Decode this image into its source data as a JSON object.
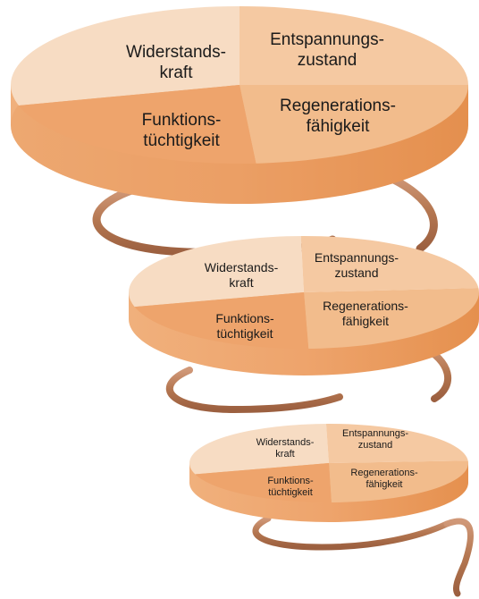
{
  "discs": [
    {
      "segment_widerstand": [
        "Widerstands-",
        "kraft"
      ],
      "segment_entspannung": [
        "Entspannungs-",
        "zustand"
      ],
      "segment_regeneration": [
        "Regenerations-",
        "fähigkeit"
      ],
      "segment_funktion": [
        "Funktions-",
        "tüchtigkeit"
      ]
    },
    {
      "segment_widerstand": [
        "Widerstands-",
        "kraft"
      ],
      "segment_entspannung": [
        "Entspannungs-",
        "zustand"
      ],
      "segment_regeneration": [
        "Regenerations-",
        "fähigkeit"
      ],
      "segment_funktion": [
        "Funktions-",
        "tüchtigkeit"
      ]
    },
    {
      "segment_widerstand": [
        "Widerstands-",
        "kraft"
      ],
      "segment_entspannung": [
        "Entspannungs-",
        "zustand"
      ],
      "segment_regeneration": [
        "Regenerations-",
        "fähigkeit"
      ],
      "segment_funktion": [
        "Funktions-",
        "tüchtigkeit"
      ]
    }
  ],
  "colors": {
    "segment_widerstand": "#f7dcc3",
    "segment_entspannung": "#f5c9a2",
    "segment_regeneration": "#f2bc8c",
    "segment_funktion": "#eea46c",
    "disc_rim": "#e99a5e",
    "spring": "#b97a56"
  }
}
